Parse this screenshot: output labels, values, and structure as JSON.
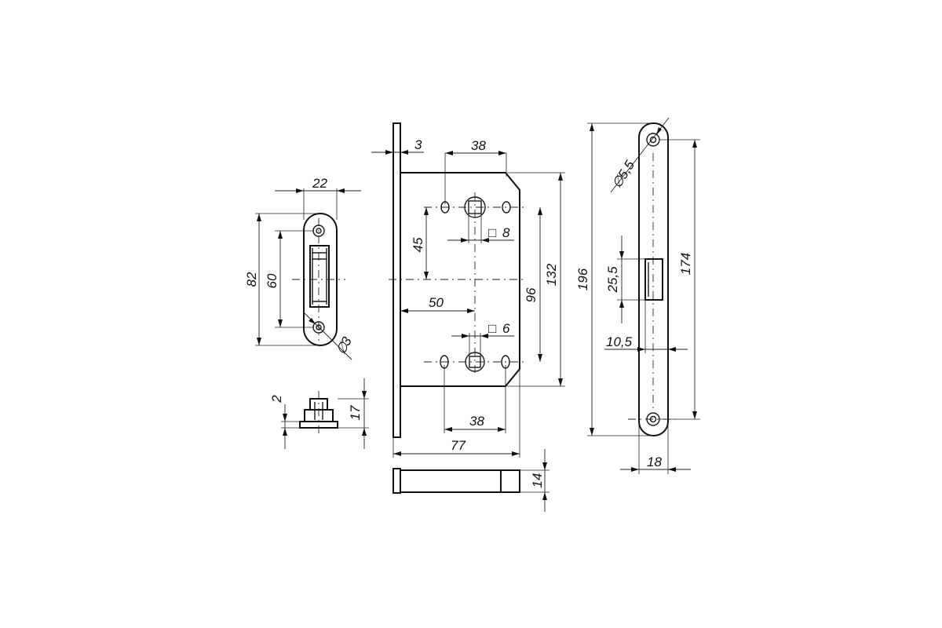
{
  "dimensions": {
    "strike_width": "22",
    "strike_height": "82",
    "strike_hole_spacing": "60",
    "strike_hole_dia": "3",
    "strike_offset": "2",
    "strike_depth": "17",
    "faceplate_thickness": "3",
    "top_hole_spacing": "38",
    "backset_to_spindle": "45",
    "spindle_square_top": "8",
    "backset": "50",
    "spindle_square_bottom": "6",
    "center_distance": "96",
    "case_height": "132",
    "bottom_hole_spacing": "38",
    "case_depth": "77",
    "bolt_thickness": "14",
    "faceplate_length": "196",
    "faceplate_hole_dia": "5,5",
    "faceplate_hole_spacing": "174",
    "latch_window_height": "25,5",
    "latch_window_offset": "10,5",
    "faceplate_width": "18"
  },
  "symbols": {
    "diameter": "∅",
    "square": "□"
  },
  "colors": {
    "line": "#111111",
    "background": "#ffffff"
  }
}
